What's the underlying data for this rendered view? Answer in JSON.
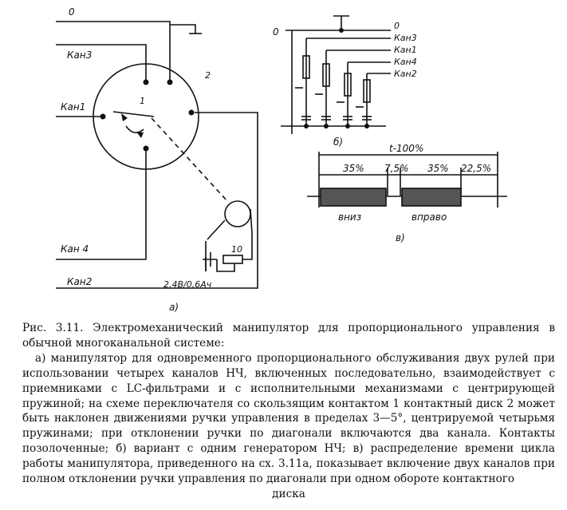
{
  "diagram_a": {
    "label_0": "0",
    "label_kan3": "Кан3",
    "label_kan1": "Кан1",
    "label_kan4": "Кан 4",
    "label_kan2": "Кан2",
    "label_contact": "1",
    "label_disk": "2",
    "label_motor_r": "10",
    "label_battery": "2,4В/0,6Ач",
    "sublabel": "а)"
  },
  "diagram_b": {
    "label_0_left": "0",
    "label_0_right": "0",
    "label_kan3": "Кан3",
    "label_kan1": "Кан1",
    "label_kan4": "Кан4",
    "label_kan2": "Кан2",
    "sublabel": "б)"
  },
  "diagram_c": {
    "total": "t-100%",
    "seg1": "35%",
    "seg2": "7,5%",
    "seg3": "35%",
    "seg4": "22,5%",
    "block1": "вниз",
    "block2": "вправо",
    "sublabel": "в)"
  },
  "caption": {
    "head": "Рис. 3.11. Электромеханический манипулятор для пропорционального управления в обычной многоканальной системе:",
    "body": "а) манипулятор для одновременного пропорционального обслуживания двух рулей при использовании четырех каналов НЧ, включенных последовательно, взаимодействует с приемниками с LC-фильтрами и с исполнительными механизмами с центрирующей пружиной; на схеме переключателя со скользящим контактом 1 контактный диск 2 может быть наклонен движениями ручки управления в пределах 3—5°, центрируемой четырьмя пружинами; при отклонении ручки по диагонали включаются два канала. Контакты позолоченные; б) вариант с одним генератором НЧ; в) распределение времени цикла работы манипулятора, приведенного на сх. 3.11а, показывает включение двух каналов при полном отклонении ручки управления по диагонали при одном обороте контактного",
    "tail": "диска"
  }
}
